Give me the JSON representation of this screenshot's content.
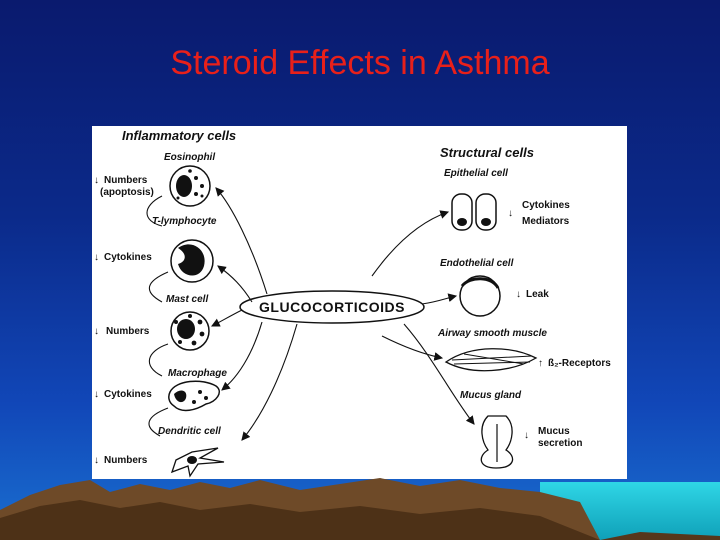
{
  "slide": {
    "title": "Steroid Effects in Asthma"
  },
  "diagram": {
    "center_label": "GLUCOCORTICOIDS",
    "inflammatory": {
      "heading": "Inflammatory cells",
      "cells": [
        {
          "name": "Eosinophil",
          "effect_arrow": "↓",
          "effect": "Numbers",
          "effect_line2": "(apoptosis)"
        },
        {
          "name": "T-lymphocyte",
          "effect_arrow": "↓",
          "effect": "Cytokines",
          "effect_line2": ""
        },
        {
          "name": "Mast cell",
          "effect_arrow": "↓",
          "effect": "Numbers",
          "effect_line2": ""
        },
        {
          "name": "Macrophage",
          "effect_arrow": "↓",
          "effect": "Cytokines",
          "effect_line2": ""
        },
        {
          "name": "Dendritic cell",
          "effect_arrow": "↓",
          "effect": "Numbers",
          "effect_line2": ""
        }
      ]
    },
    "structural": {
      "heading": "Structural cells",
      "cells": [
        {
          "name": "Epithelial cell",
          "effect_arrow": "↓",
          "effect": "Cytokines",
          "effect_line2": "Mediators"
        },
        {
          "name": "Endothelial cell",
          "effect_arrow": "↓",
          "effect": "Leak",
          "effect_line2": ""
        },
        {
          "name": "Airway smooth muscle",
          "effect_arrow": "↑",
          "effect": "ß₂-Receptors",
          "effect_line2": ""
        },
        {
          "name": "Mucus gland",
          "effect_arrow": "↓",
          "effect": "Mucus",
          "effect_line2": "secretion"
        }
      ]
    }
  }
}
